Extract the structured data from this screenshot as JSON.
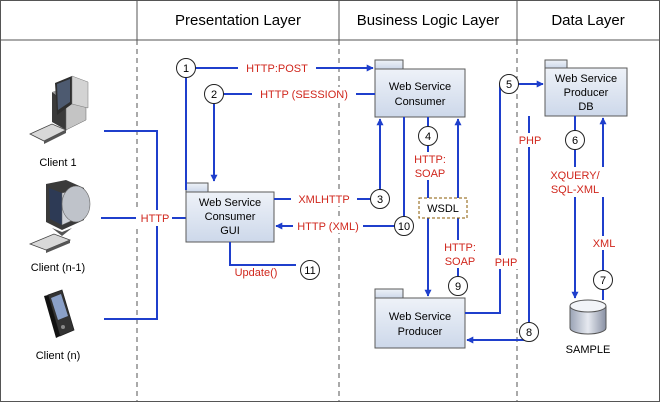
{
  "layers": {
    "presentation": "Presentation Layer",
    "business": "Business Logic Layer",
    "data": "Data Layer"
  },
  "clients": {
    "client1": "Client 1",
    "client_n1": "Client (n-1)",
    "client_n": "Client (n)"
  },
  "boxes": {
    "consumer_gui": [
      "Web Service",
      "Consumer",
      "GUI"
    ],
    "consumer": [
      "Web Service",
      "Consumer"
    ],
    "producer": [
      "Web Service",
      "Producer"
    ],
    "producer_db": [
      "Web Service",
      "Producer",
      "DB"
    ]
  },
  "database": "SAMPLE",
  "labels": {
    "http_clients": "HTTP",
    "http_post": "HTTP:POST",
    "http_session": "HTTP (SESSION)",
    "xmlhttp": "XMLHTTP",
    "http_xml": "HTTP (XML)",
    "update": "Update()",
    "http_soap_1": [
      "HTTP:",
      "SOAP"
    ],
    "http_soap_2": [
      "HTTP:",
      "SOAP"
    ],
    "wsdl": "WSDL",
    "php_1": "PHP",
    "php_2": "PHP",
    "xquery": [
      "XQUERY/",
      "SQL-XML"
    ],
    "xml": "XML"
  },
  "steps": [
    "1",
    "2",
    "3",
    "4",
    "5",
    "6",
    "7",
    "8",
    "9",
    "10",
    "11"
  ],
  "colors": {
    "arrow": "#1f3fcc",
    "label": "#d0271d",
    "box_fill": "#dbe4f1",
    "box_stroke": "#5a5a5a"
  }
}
